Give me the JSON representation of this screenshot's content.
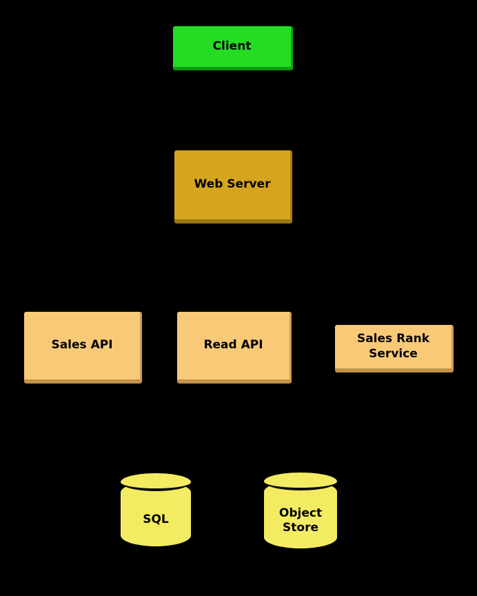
{
  "diagram": {
    "background_color": "#000000",
    "nodes": {
      "client": {
        "label": "Client",
        "type": "box",
        "fill": "#24dc24"
      },
      "web_server": {
        "label": "Web Server",
        "type": "box",
        "fill": "#d6a41f"
      },
      "sales_api": {
        "label": "Sales API",
        "type": "box",
        "fill": "#f8c977"
      },
      "read_api": {
        "label": "Read API",
        "type": "box",
        "fill": "#f8c977"
      },
      "sales_rank_service": {
        "label": "Sales Rank Service",
        "type": "box",
        "fill": "#f8c977"
      },
      "sql": {
        "label": "SQL",
        "type": "cylinder",
        "fill": "#f3ec62"
      },
      "object_store": {
        "label": "Object Store",
        "type": "cylinder",
        "fill": "#f3ec62"
      }
    }
  }
}
